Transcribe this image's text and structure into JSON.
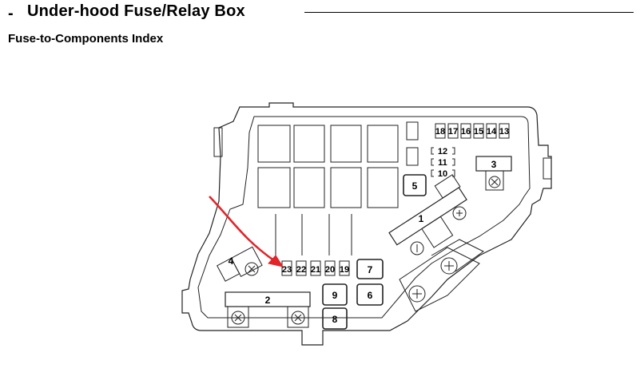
{
  "header": {
    "dash": "-",
    "title": "Under-hood Fuse/Relay Box"
  },
  "subtitle": "Fuse-to-Components Index",
  "fuses": {
    "f1": "1",
    "f2": "2",
    "f3": "3",
    "f4": "4",
    "f5": "5",
    "f6": "6",
    "f7": "7",
    "f8": "8",
    "f9": "9",
    "f10": "10",
    "f11": "11",
    "f12": "12",
    "f13": "13",
    "f14": "14",
    "f15": "15",
    "f16": "16",
    "f17": "17",
    "f18": "18",
    "f19": "19",
    "f20": "20",
    "f21": "21",
    "f22": "22",
    "f23": "23"
  },
  "colors": {
    "line": "#222222",
    "arrow": "#e0262b",
    "fill": "#ffffff"
  }
}
